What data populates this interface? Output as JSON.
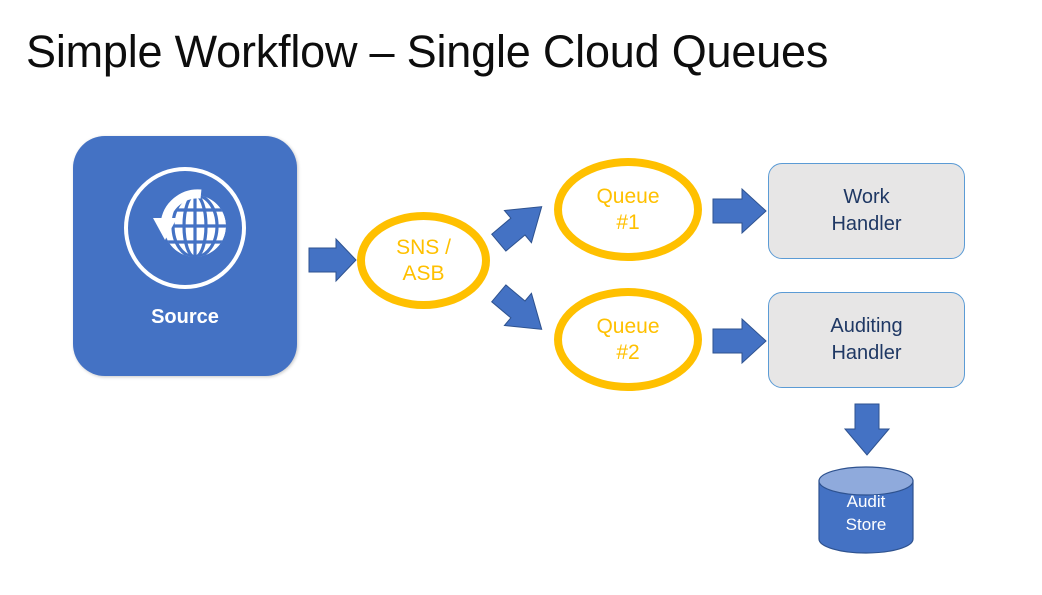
{
  "title": "Simple Workflow – Single Cloud Queues",
  "colors": {
    "source_blue": "#4472C4",
    "arrow_blue": "#4472C4",
    "arrow_stroke": "#2E528F",
    "queue_gold": "#FFC000",
    "handler_fill": "#E7E6E6",
    "handler_border": "#5B9BD5",
    "handler_text": "#1F3864",
    "cylinder_body": "#4472C4",
    "cylinder_top": "#8FAADC",
    "background": "#FFFFFF",
    "title_text": "#0D0D0D"
  },
  "nodes": {
    "source": {
      "label": "Source",
      "icon": "globe-download-icon"
    },
    "sns": {
      "label": "SNS /\nASB"
    },
    "queue1": {
      "label": "Queue\n#1"
    },
    "queue2": {
      "label": "Queue\n#2"
    },
    "work_handler": {
      "label": "Work\nHandler"
    },
    "auditing_handler": {
      "label": "Auditing\nHandler"
    },
    "audit_store": {
      "label": "Audit\nStore"
    }
  },
  "arrows": [
    {
      "name": "source-to-sns",
      "direction": "right"
    },
    {
      "name": "sns-to-queue1",
      "direction": "up-right"
    },
    {
      "name": "sns-to-queue2",
      "direction": "down-right"
    },
    {
      "name": "queue1-to-work-handler",
      "direction": "right"
    },
    {
      "name": "queue2-to-auditing-handler",
      "direction": "right"
    },
    {
      "name": "auditing-handler-to-audit-store",
      "direction": "down"
    }
  ]
}
